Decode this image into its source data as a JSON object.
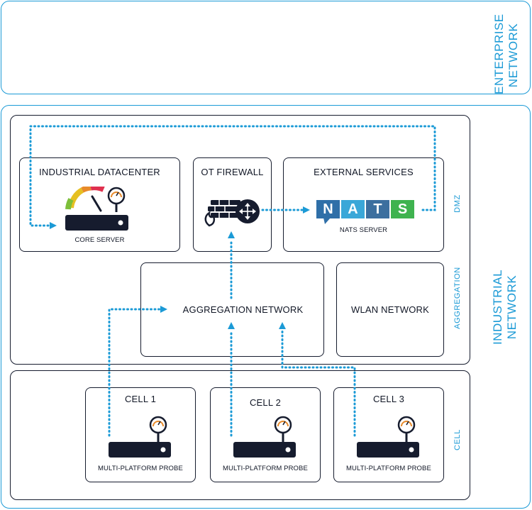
{
  "zones": {
    "enterprise": "ENTERPRISE NETWORK",
    "industrial": "INDUSTRIAL NETWORK"
  },
  "layers": {
    "dmz": "DMZ",
    "aggregation": "AGGREGATION",
    "cell": "CELL"
  },
  "boxes": {
    "datacenter": {
      "title": "INDUSTRIAL DATACENTER",
      "caption": "CORE SERVER"
    },
    "firewall": {
      "title": "OT FIREWALL"
    },
    "external": {
      "title": "EXTERNAL SERVICES",
      "caption": "NATS SERVER",
      "logo": [
        "N",
        "A",
        "T",
        "S"
      ]
    },
    "aggregation": {
      "title": "AGGREGATION NETWORK"
    },
    "wlan": {
      "title": "WLAN NETWORK"
    },
    "cells": [
      {
        "title": "CELL 1",
        "caption": "MULTI-PLATFORM PROBE"
      },
      {
        "title": "CELL 2",
        "caption": "MULTI-PLATFORM PROBE"
      },
      {
        "title": "CELL 3",
        "caption": "MULTI-PLATFORM PROBE"
      }
    ]
  },
  "colors": {
    "accent": "#1b9ad6",
    "dark": "#161c2e",
    "nats_blue": "#2f6fa8",
    "nats_green": "#3fb34f"
  }
}
